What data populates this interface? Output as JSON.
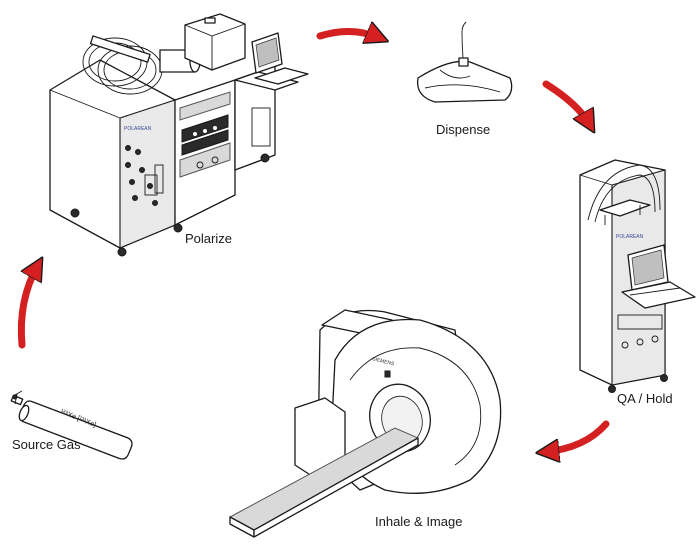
{
  "stages": {
    "polarize": "Polarize",
    "dispense": "Dispense",
    "qa_hold": "QA / Hold",
    "inhale_image": "Inhale & Image",
    "source_gas": "Source Gas"
  },
  "cylinder_label": "¹²⁹Xe [¹³¹Xe]",
  "arrow_color": "#d42020"
}
